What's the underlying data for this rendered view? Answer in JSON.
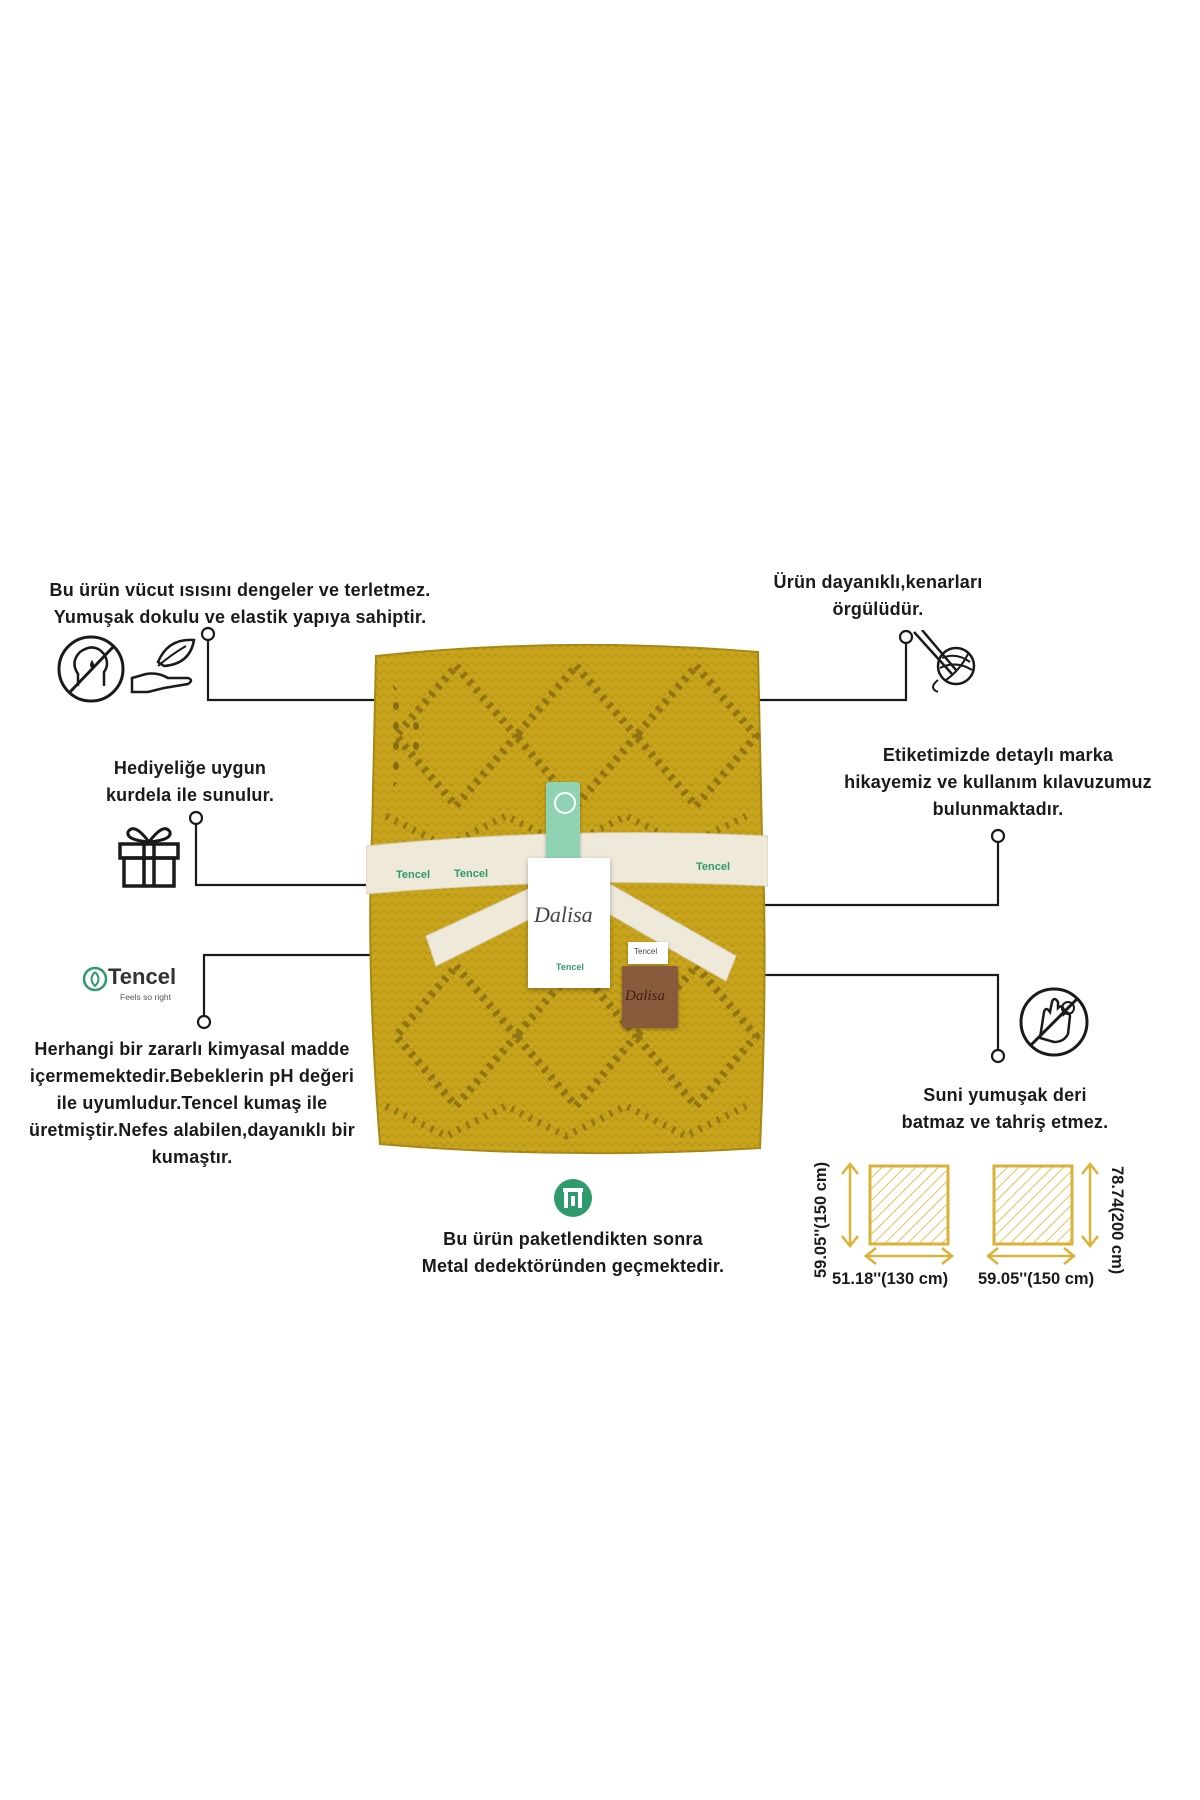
{
  "callouts": {
    "body_temp": [
      "Bu ürün vücut ısısını dengeler ve terletmez.",
      "Yumuşak dokulu ve elastik yapıya sahiptir."
    ],
    "durable": [
      "Ürün dayanıklı,kenarları",
      "örgülüdür."
    ],
    "gift": [
      "Hediyeliğe uygun",
      "kurdela ile sunulur."
    ],
    "label_story": [
      "Etiketimizde detaylı marka",
      "hikayemiz ve kullanım kılavuzumuz",
      "bulunmaktadır."
    ],
    "chemical": [
      "Herhangi bir zararlı  kimyasal madde",
      "içermemektedir.Bebeklerin pH değeri",
      "ile uyumludur.Tencel kumaş ile",
      "üretmiştir.Nefes alabilen,dayanıklı bir",
      "kumaştır."
    ],
    "leather": [
      "Suni yumuşak deri",
      "batmaz ve tahriş etmez."
    ],
    "metal": [
      "Bu ürün paketlendikten sonra",
      "Metal dedektöründen geçmektedir."
    ]
  },
  "tencel_logo": {
    "brand": "Tencel",
    "tagline": "Feels so right"
  },
  "product": {
    "tag_brand": "Dalisa",
    "ribbon_text": "Tencel",
    "patch_brand": "Dalisa",
    "small_tag": "Tencel"
  },
  "dimensions": {
    "size1": {
      "height": "59.05''(150 cm)",
      "width": "51.18''(130 cm)"
    },
    "size2": {
      "height": "78.74(200 cm)",
      "width": "59.05''(150 cm)"
    }
  },
  "colors": {
    "blanket": "#c9a51c",
    "blanket_dark": "#a88714",
    "dimension_gold": "#d9b23a",
    "ribbon": "#efe9da",
    "tag_green": "#8fd3b4",
    "tencel_green": "#2f9a6b"
  }
}
